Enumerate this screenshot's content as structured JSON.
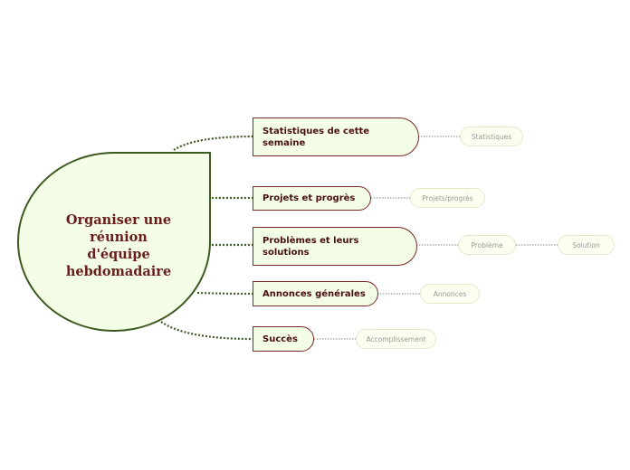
{
  "root": {
    "title": "Organiser une réunion d'équipe hebdomadaire"
  },
  "topics": [
    {
      "label": "Statistiques de cette semaine",
      "subs": [
        "Statistiques"
      ]
    },
    {
      "label": "Projets et progrès",
      "subs": [
        "Projets/progrès"
      ]
    },
    {
      "label": "Problèmes et leurs solutions",
      "subs": [
        "Problème",
        "Solution"
      ]
    },
    {
      "label": "Annonces générales",
      "subs": [
        "Annonces"
      ]
    },
    {
      "label": "Succès",
      "subs": [
        "Accomplissement"
      ]
    }
  ],
  "colors": {
    "node_fill": "#f4fde6",
    "root_border": "#3d5a22",
    "branch_border": "#7a2a2a",
    "text": "#4a1010",
    "connector": "#3d5a22",
    "sub_text": "#999999"
  }
}
